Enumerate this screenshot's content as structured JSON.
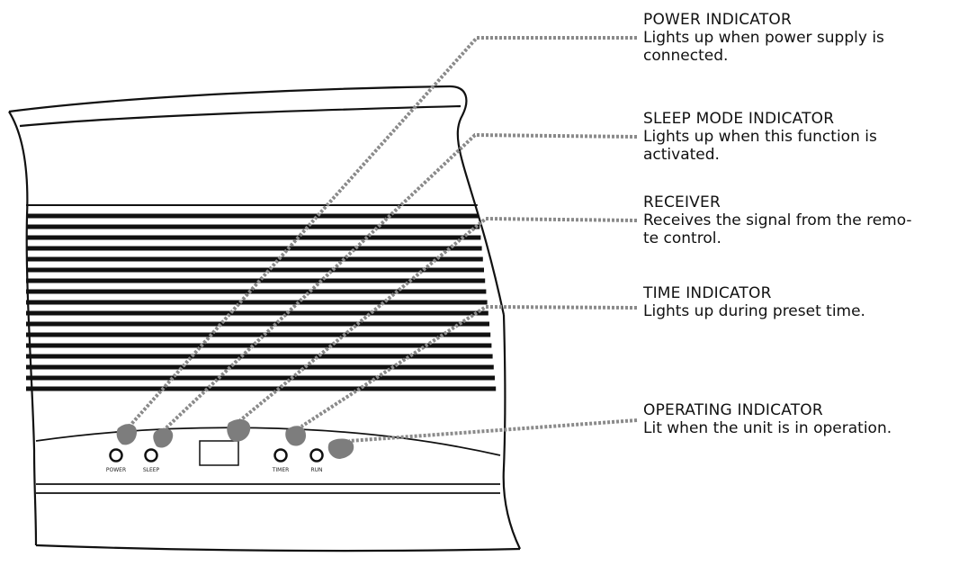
{
  "colors": {
    "outline": "#111111",
    "leader": "#8a8a8a",
    "marker": "#7d7d7d"
  },
  "device": {
    "panel_labels": [
      "POWER",
      "SLEEP",
      "TIMER",
      "RUN"
    ]
  },
  "callouts": [
    {
      "title": "POWER INDICATOR",
      "lines": [
        "Lights up when power supply is",
        "connected."
      ]
    },
    {
      "title": "SLEEP MODE INDICATOR",
      "lines": [
        "Lights up when this function is",
        "activated."
      ]
    },
    {
      "title": "RECEIVER",
      "lines": [
        "Receives the signal from the remo-",
        "te control."
      ]
    },
    {
      "title": "TIME INDICATOR",
      "lines": [
        "Lights up during preset time."
      ]
    },
    {
      "title": "OPERATING INDICATOR",
      "lines": [
        "Lit when the unit is in operation."
      ]
    }
  ]
}
